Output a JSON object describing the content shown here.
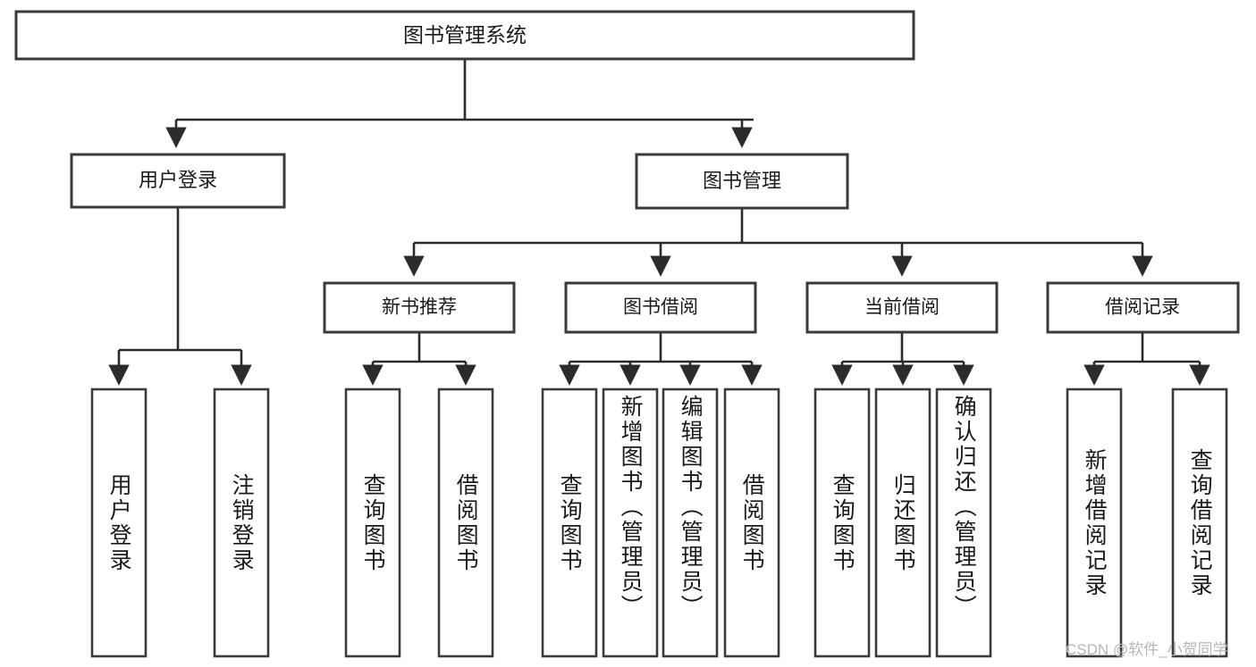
{
  "diagram": {
    "title": "图书管理系统",
    "type": "tree",
    "watermark": "CSDN @软件_小贺同学",
    "colors": {
      "background": "#ffffff",
      "box_stroke": "#3a3a3a",
      "edge_stroke": "#2b2b2b",
      "text": "#1a1a1a",
      "watermark": "#b6b6b6"
    },
    "root": {
      "id": "root",
      "label": "图书管理系统",
      "level": 0
    },
    "level1": [
      {
        "id": "user-login",
        "label": "用户登录"
      },
      {
        "id": "book-manage",
        "label": "图书管理"
      }
    ],
    "level2": [
      {
        "id": "new-book-rec",
        "label": "新书推荐",
        "parent": "book-manage"
      },
      {
        "id": "book-borrow",
        "label": "图书借阅",
        "parent": "book-manage"
      },
      {
        "id": "current-borrow",
        "label": "当前借阅",
        "parent": "book-manage"
      },
      {
        "id": "borrow-record",
        "label": "借阅记录",
        "parent": "book-manage"
      }
    ],
    "leaves": {
      "user-login": [
        {
          "id": "leaf-user-login",
          "label": "用户登录"
        },
        {
          "id": "leaf-user-logout",
          "label": "注销登录"
        }
      ],
      "new-book-rec": [
        {
          "id": "leaf-query-book-1",
          "label": "查询图书"
        },
        {
          "id": "leaf-borrow-book-1",
          "label": "借阅图书"
        }
      ],
      "book-borrow": [
        {
          "id": "leaf-query-book-2",
          "label": "查询图书"
        },
        {
          "id": "leaf-add-book",
          "label": "新增图书（管理员）"
        },
        {
          "id": "leaf-edit-book",
          "label": "编辑图书（管理员）"
        },
        {
          "id": "leaf-borrow-book-2",
          "label": "借阅图书"
        }
      ],
      "current-borrow": [
        {
          "id": "leaf-query-book-3",
          "label": "查询图书"
        },
        {
          "id": "leaf-return-book",
          "label": "归还图书"
        },
        {
          "id": "leaf-confirm-return",
          "label": "确认归还（管理员）"
        }
      ],
      "borrow-record": [
        {
          "id": "leaf-add-record",
          "label": "新增借阅记录"
        },
        {
          "id": "leaf-query-record",
          "label": "查询借阅记录"
        }
      ]
    }
  }
}
